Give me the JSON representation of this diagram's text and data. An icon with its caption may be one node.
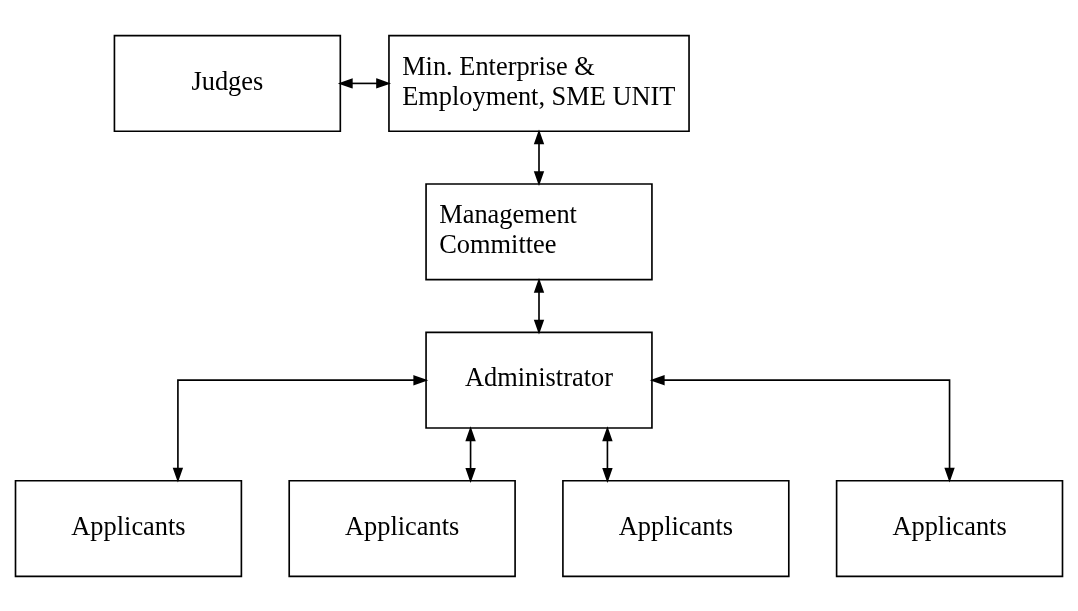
{
  "diagram": {
    "nodes": [
      {
        "text": [
          "Judges"
        ]
      },
      {
        "text": [
          "Min. Enterprise & Employment, SME UNIT"
        ]
      },
      {
        "text": [
          "Management Committee"
        ]
      },
      {
        "text": [
          "Administrator"
        ]
      },
      {
        "text": [
          "Applicants"
        ]
      },
      {
        "text": [
          "Applicants"
        ]
      },
      {
        "text": [
          "Applicants"
        ]
      },
      {
        "text": [
          "Applicants"
        ]
      }
    ],
    "edges": [
      {
        "from": 0,
        "to": 1,
        "arrow": "both"
      },
      {
        "from": 1,
        "to": 2,
        "arrow": "both"
      },
      {
        "from": 2,
        "to": 3,
        "arrow": "both"
      },
      {
        "from": 3,
        "to": 4,
        "arrow": "both"
      },
      {
        "from": 3,
        "to": 5,
        "arrow": "both"
      },
      {
        "from": 3,
        "to": 6,
        "arrow": "both"
      },
      {
        "from": 3,
        "to": 7,
        "arrow": "both"
      }
    ]
  }
}
